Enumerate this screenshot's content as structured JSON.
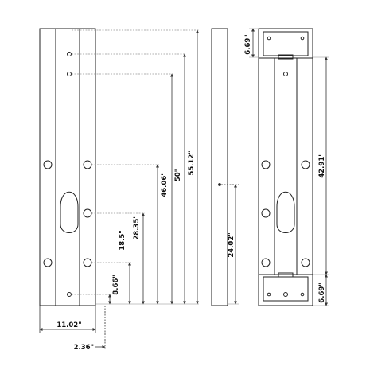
{
  "dimensions": {
    "front": {
      "hole_h1": "8.66\"",
      "hole_h2": "18.5\"",
      "hole_h3": "28.35\"",
      "hole_h4": "46.06\"",
      "hole_h5": "50\"",
      "total_height": "55.12\"",
      "width": "11.02\"",
      "offset": "2.36\""
    },
    "side": {
      "center_height": "24.02\""
    },
    "back": {
      "top_section": "6.69\"",
      "middle_section": "42.91\"",
      "bottom_section": "6.69\""
    }
  },
  "colors": {
    "stroke": "#222222",
    "dim_line": "#333333",
    "fill": "#ffffff"
  }
}
